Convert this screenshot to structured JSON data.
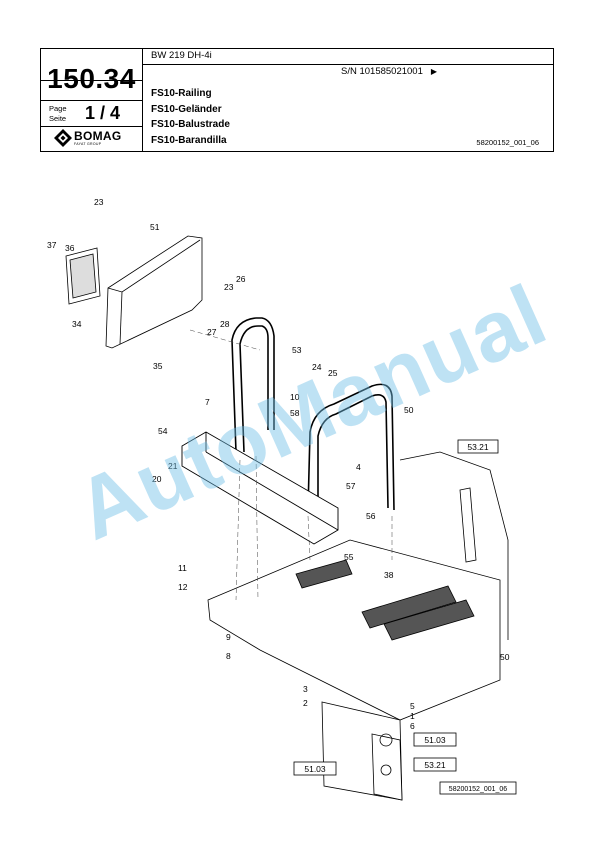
{
  "header": {
    "page_number": "150.34",
    "model": "BW 219 DH-4i",
    "serial": "S/N 101585021001",
    "serial_arrow": "▶",
    "page_label_1": "Page",
    "page_label_2": "Seite",
    "page_value": "1 / 4",
    "brand": "BOMAG",
    "brand_sub": "FAYAT GROUP",
    "titles": [
      "FS10-Railing",
      "FS10-Geländer",
      "FS10-Balustrade",
      "FS10-Barandilla"
    ],
    "drawing_ref": "58200152_001_06"
  },
  "drawing": {
    "callouts": [
      "23",
      "51",
      "37",
      "36",
      "26",
      "23",
      "34",
      "27",
      "28",
      "35",
      "53",
      "24",
      "25",
      "7",
      "10",
      "58",
      "50",
      "54",
      "21",
      "20",
      "4",
      "57",
      "56",
      "55",
      "11",
      "12",
      "38",
      "9",
      "8",
      "3",
      "2",
      "5",
      "1",
      "6",
      "50"
    ],
    "ref_boxes": [
      "53.21",
      "51.03",
      "51.03",
      "53.21"
    ],
    "footer_ref": "58200152_001_06"
  },
  "watermark": "AutoManual"
}
